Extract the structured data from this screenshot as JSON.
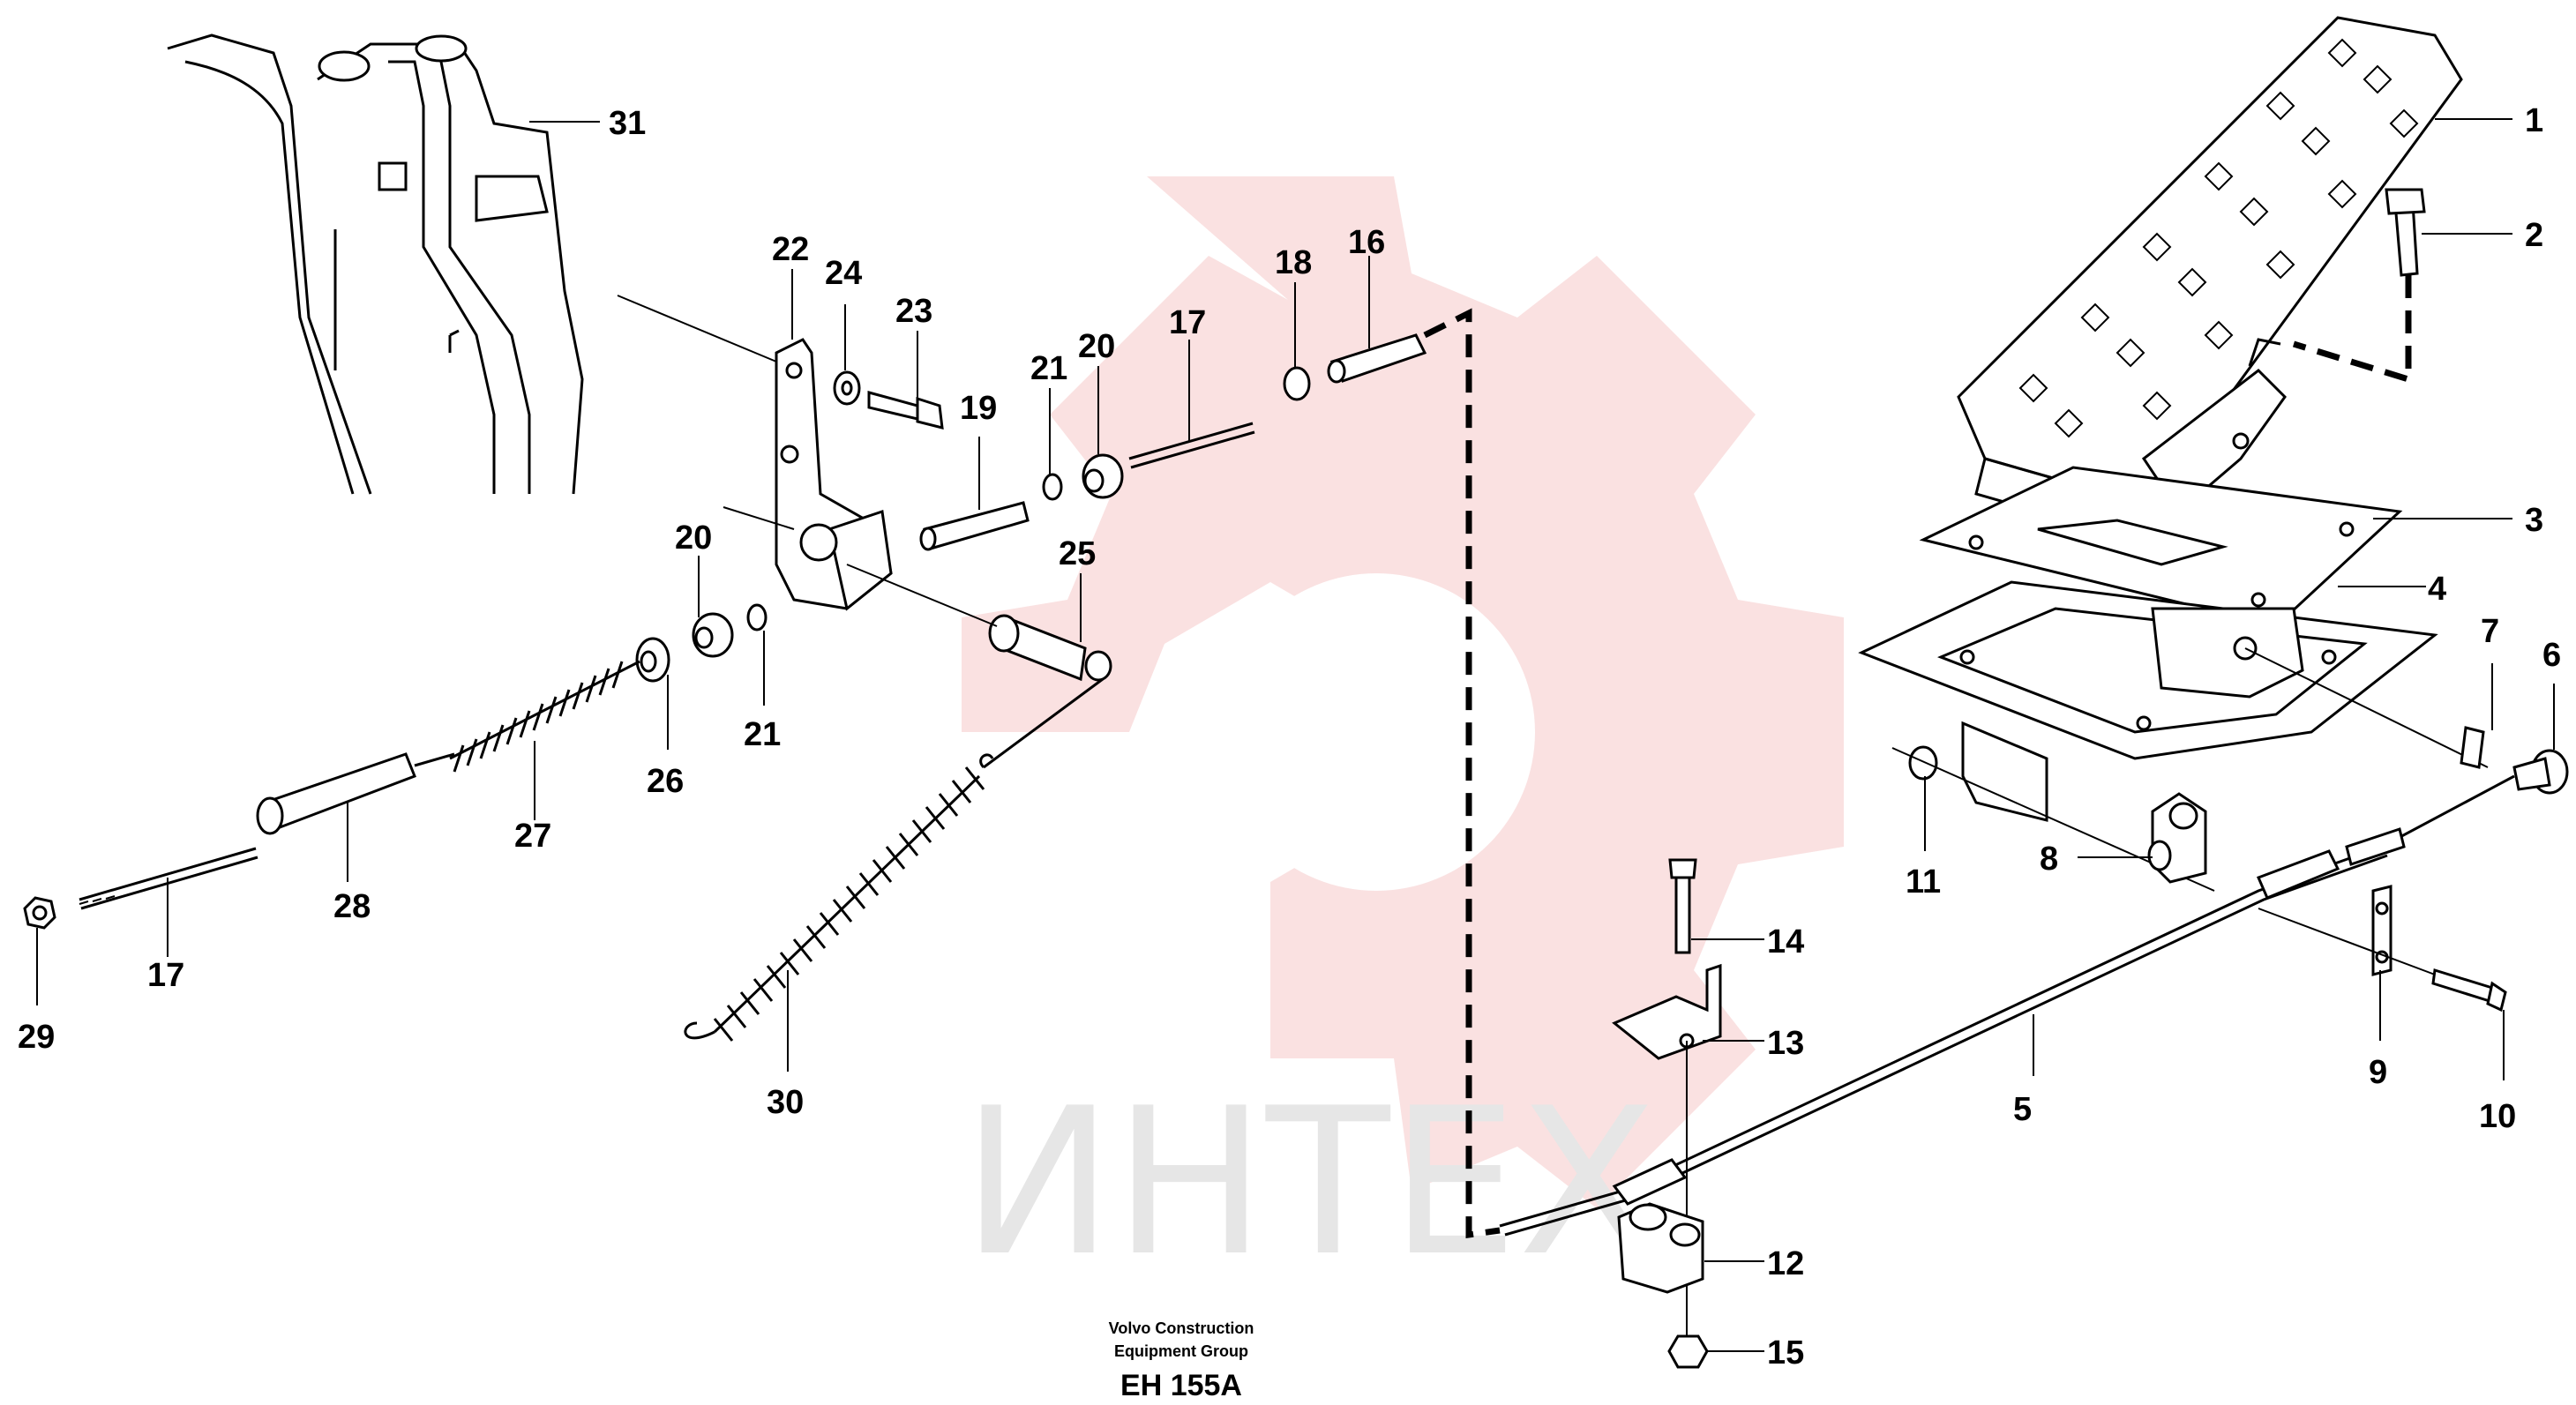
{
  "watermark": {
    "text": "ИНТЕХ",
    "color": "#f6c9c9"
  },
  "caption": {
    "company_line1": "Volvo Construction",
    "company_line2": "Equipment Group",
    "code": "EH 155A"
  },
  "part_labels": {
    "p1": "1",
    "p2": "2",
    "p3": "3",
    "p4": "4",
    "p5": "5",
    "p6": "6",
    "p7": "7",
    "p8": "8",
    "p9": "9",
    "p10": "10",
    "p11": "11",
    "p12": "12",
    "p13": "13",
    "p14": "14",
    "p15": "15",
    "p16": "16",
    "p17a": "17",
    "p17b": "17",
    "p18": "18",
    "p19": "19",
    "p20a": "20",
    "p20b": "20",
    "p21a": "21",
    "p21b": "21",
    "p22": "22",
    "p23": "23",
    "p24": "24",
    "p25": "25",
    "p26": "26",
    "p27": "27",
    "p28": "28",
    "p29": "29",
    "p30": "30",
    "p31": "31"
  }
}
